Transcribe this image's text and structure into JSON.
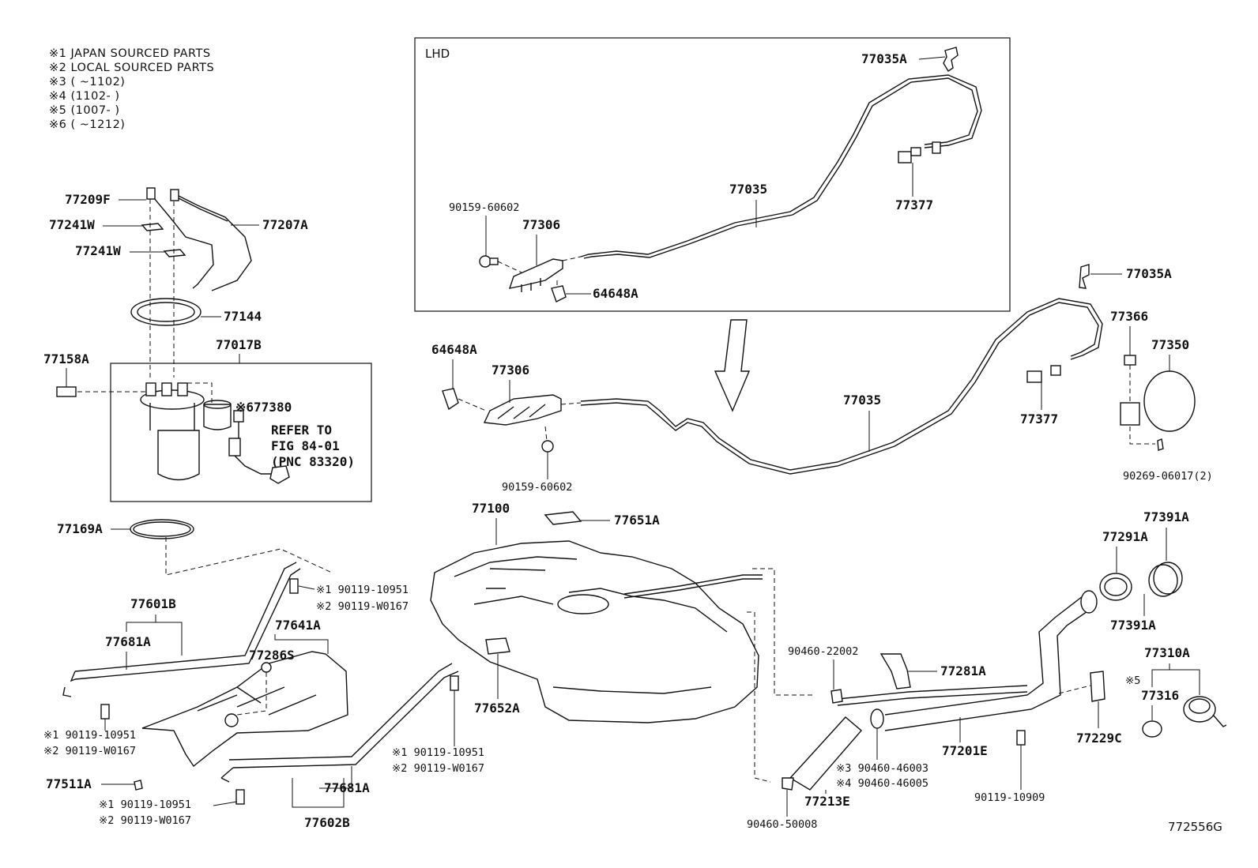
{
  "notes": [
    "※1 JAPAN SOURCED PARTS",
    "※2 LOCAL SOURCED PARTS",
    "※3 (    ~1102)",
    "※4 (1102-    )",
    "※5 (1007-    )",
    "※6 (    ~1212)"
  ],
  "lhd_label": "LHD",
  "refer_to": [
    "REFER TO",
    "FIG 84-01",
    "(PNC 83320)"
  ],
  "diagram_id": "772556G",
  "callouts": {
    "c77209F": "77209F",
    "c77241W_1": "77241W",
    "c77241W_2": "77241W",
    "c77207A": "77207A",
    "c77144": "77144",
    "c77017B": "77017B",
    "c77158A": "77158A",
    "c77380": "※677380",
    "c77169A": "77169A",
    "c77601B": "77601B",
    "c77681A_1": "77681A",
    "c77641A": "77641A",
    "c77286S": "77286S",
    "c90119_a1": "※1 90119-10951",
    "c90119_a2": "※2 90119-W0167",
    "c90119_b1": "※1 90119-10951",
    "c90119_b2": "※2 90119-W0167",
    "c90119_c1": "※1 90119-10951",
    "c90119_c2": "※2 90119-W0167",
    "c90119_d1": "※1 90119-10951",
    "c90119_d2": "※2 90119-W0167",
    "c77511A": "77511A",
    "c77681A_2": "77681A",
    "c77602B": "77602B",
    "c77100": "77100",
    "c77651A": "77651A",
    "c77652A": "77652A",
    "c77035A_lhd": "77035A",
    "c77035_lhd": "77035",
    "c77377_lhd": "77377",
    "c90159_lhd": "90159-60602",
    "c77306_lhd": "77306",
    "c64648A_lhd": "64648A",
    "c64648A": "64648A",
    "c77306": "77306",
    "c90159": "90159-60602",
    "c77035": "77035",
    "c77035A": "77035A",
    "c77366": "77366",
    "c77350": "77350",
    "c77377": "77377",
    "c90269": "90269-06017(2)",
    "c90460_22002": "90460-22002",
    "c77281A": "77281A",
    "c77291A": "77291A",
    "c77391A_1": "77391A",
    "c77391A_2": "77391A",
    "c77310A": "77310A",
    "c77316_note": "※5",
    "c77316": "77316",
    "c77229C": "77229C",
    "c77201E": "77201E",
    "c90460_46003": "※3 90460-46003",
    "c90460_46005": "※4 90460-46005",
    "c90119_10909": "90119-10909",
    "c77213E": "77213E",
    "c90460_50008": "90460-50008"
  }
}
